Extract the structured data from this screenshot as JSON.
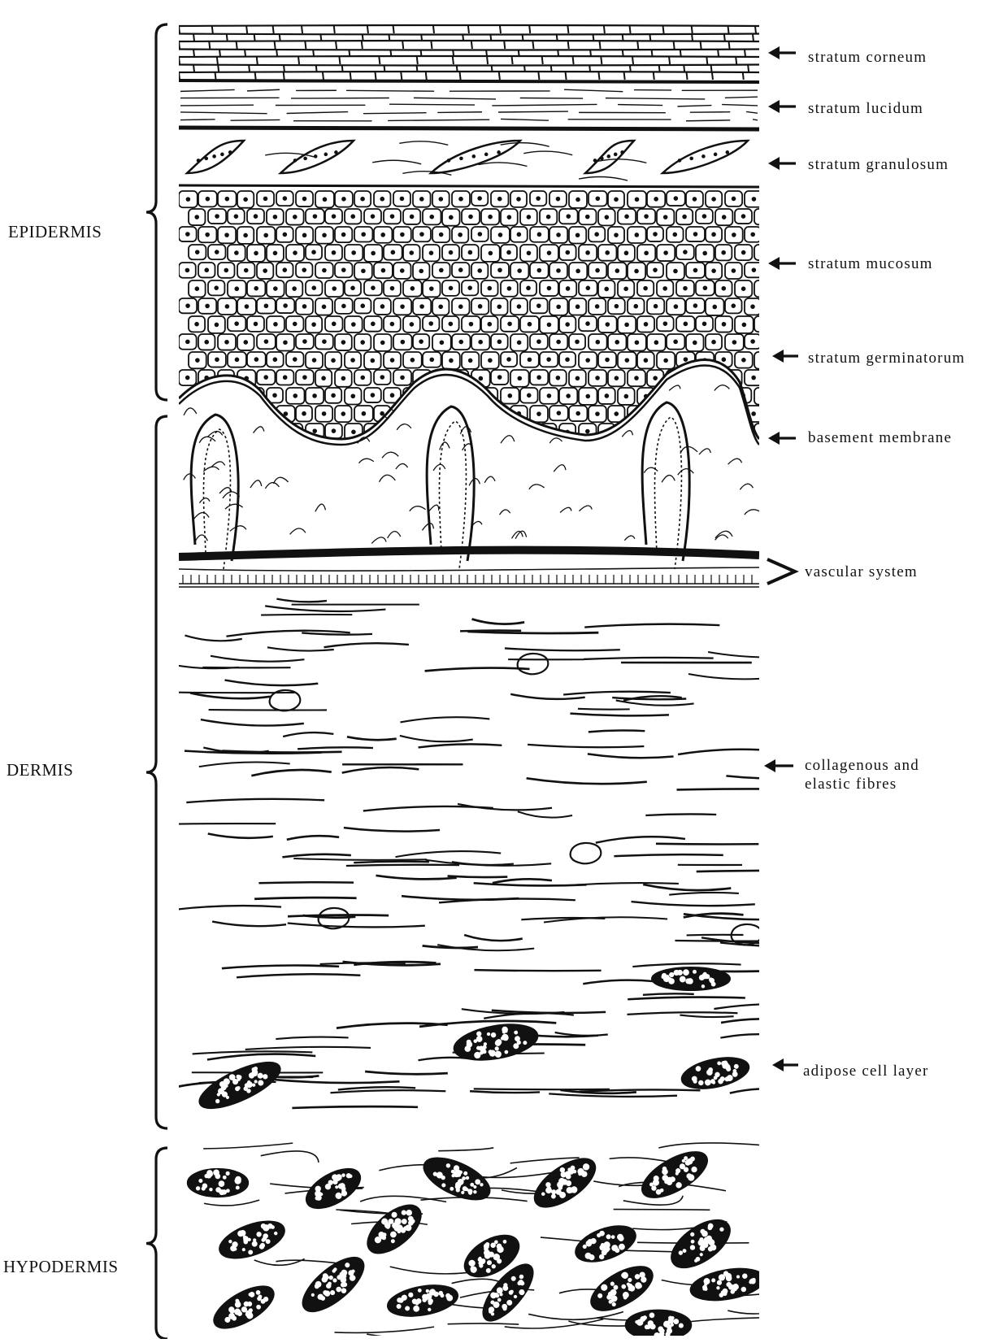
{
  "regions": {
    "epidermis": "EPIDERMIS",
    "dermis": "DERMIS",
    "hypodermis": "HYPODERMIS"
  },
  "layers": {
    "stratum_corneum": "stratum corneum",
    "stratum_lucidum": "stratum lucidum",
    "stratum_granulosum": "stratum granulosum",
    "stratum_mucosum": "stratum mucosum",
    "stratum_germinatorum": "stratum germinatorum",
    "basement_membrane": "basement membrane",
    "vascular_system": "vascular system",
    "fibres_line1": "collagenous and",
    "fibres_line2": "elastic fibres",
    "adipose_cell_layer": "adipose cell layer"
  },
  "colors": {
    "ink": "#111111",
    "paper": "#ffffff"
  }
}
